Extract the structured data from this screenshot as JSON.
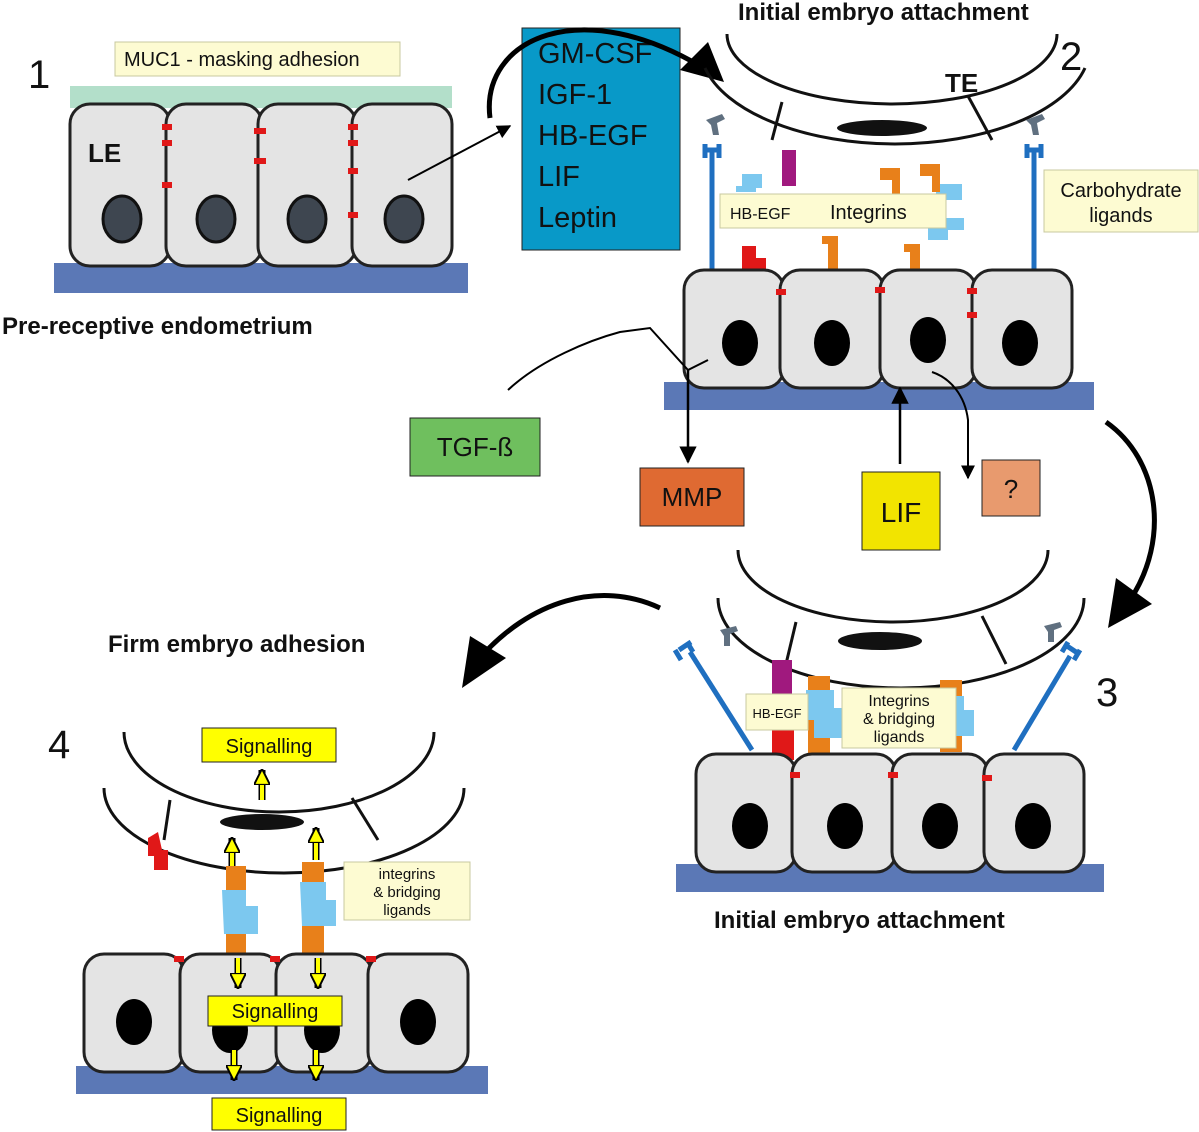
{
  "panels": {
    "p1": {
      "number": "1",
      "caption": "Pre-receptive endometrium",
      "muc1": "MUC1 - masking adhesion",
      "le": "LE"
    },
    "p2": {
      "number": "2",
      "caption": "Initial embryo attachment",
      "te": "TE",
      "hbegf": "HB-EGF",
      "integrins": "Integrins",
      "carb": [
        "Carbohydrate",
        "ligands"
      ]
    },
    "p3": {
      "number": "3",
      "caption": "Initial embryo attachment",
      "hbegf": "HB-EGF",
      "integ": [
        "Integrins",
        "& bridging",
        "ligands"
      ]
    },
    "p4": {
      "number": "4",
      "caption": "Firm embryo adhesion",
      "sig_top": "Signalling",
      "sig_mid": "Signalling",
      "sig_bottom": "Signalling",
      "integ": [
        "integrins",
        "& bridging",
        "ligands"
      ]
    }
  },
  "factors": [
    "GM-CSF",
    "IGF-1",
    "HB-EGF",
    "LIF",
    "Leptin"
  ],
  "boxes": {
    "tgf": "TGF-ß",
    "mmp": "MMP",
    "lif": "LIF",
    "unknown": "?"
  },
  "colors": {
    "membrane": "#5b78b6",
    "muc1": "#b3dfca",
    "factor_box": "#0899c8",
    "tgf": "#6fbf5e",
    "mmp": "#df6a32",
    "lif": "#f2e400",
    "unknown": "#e89a6e",
    "integrin_orange": "#e8801a",
    "ligand_blue": "#7cc8ef",
    "hbegf_red": "#e01818",
    "magenta": "#a0197e",
    "label_bg": "#fdfbd2",
    "signal_yellow": "#ffff00"
  }
}
